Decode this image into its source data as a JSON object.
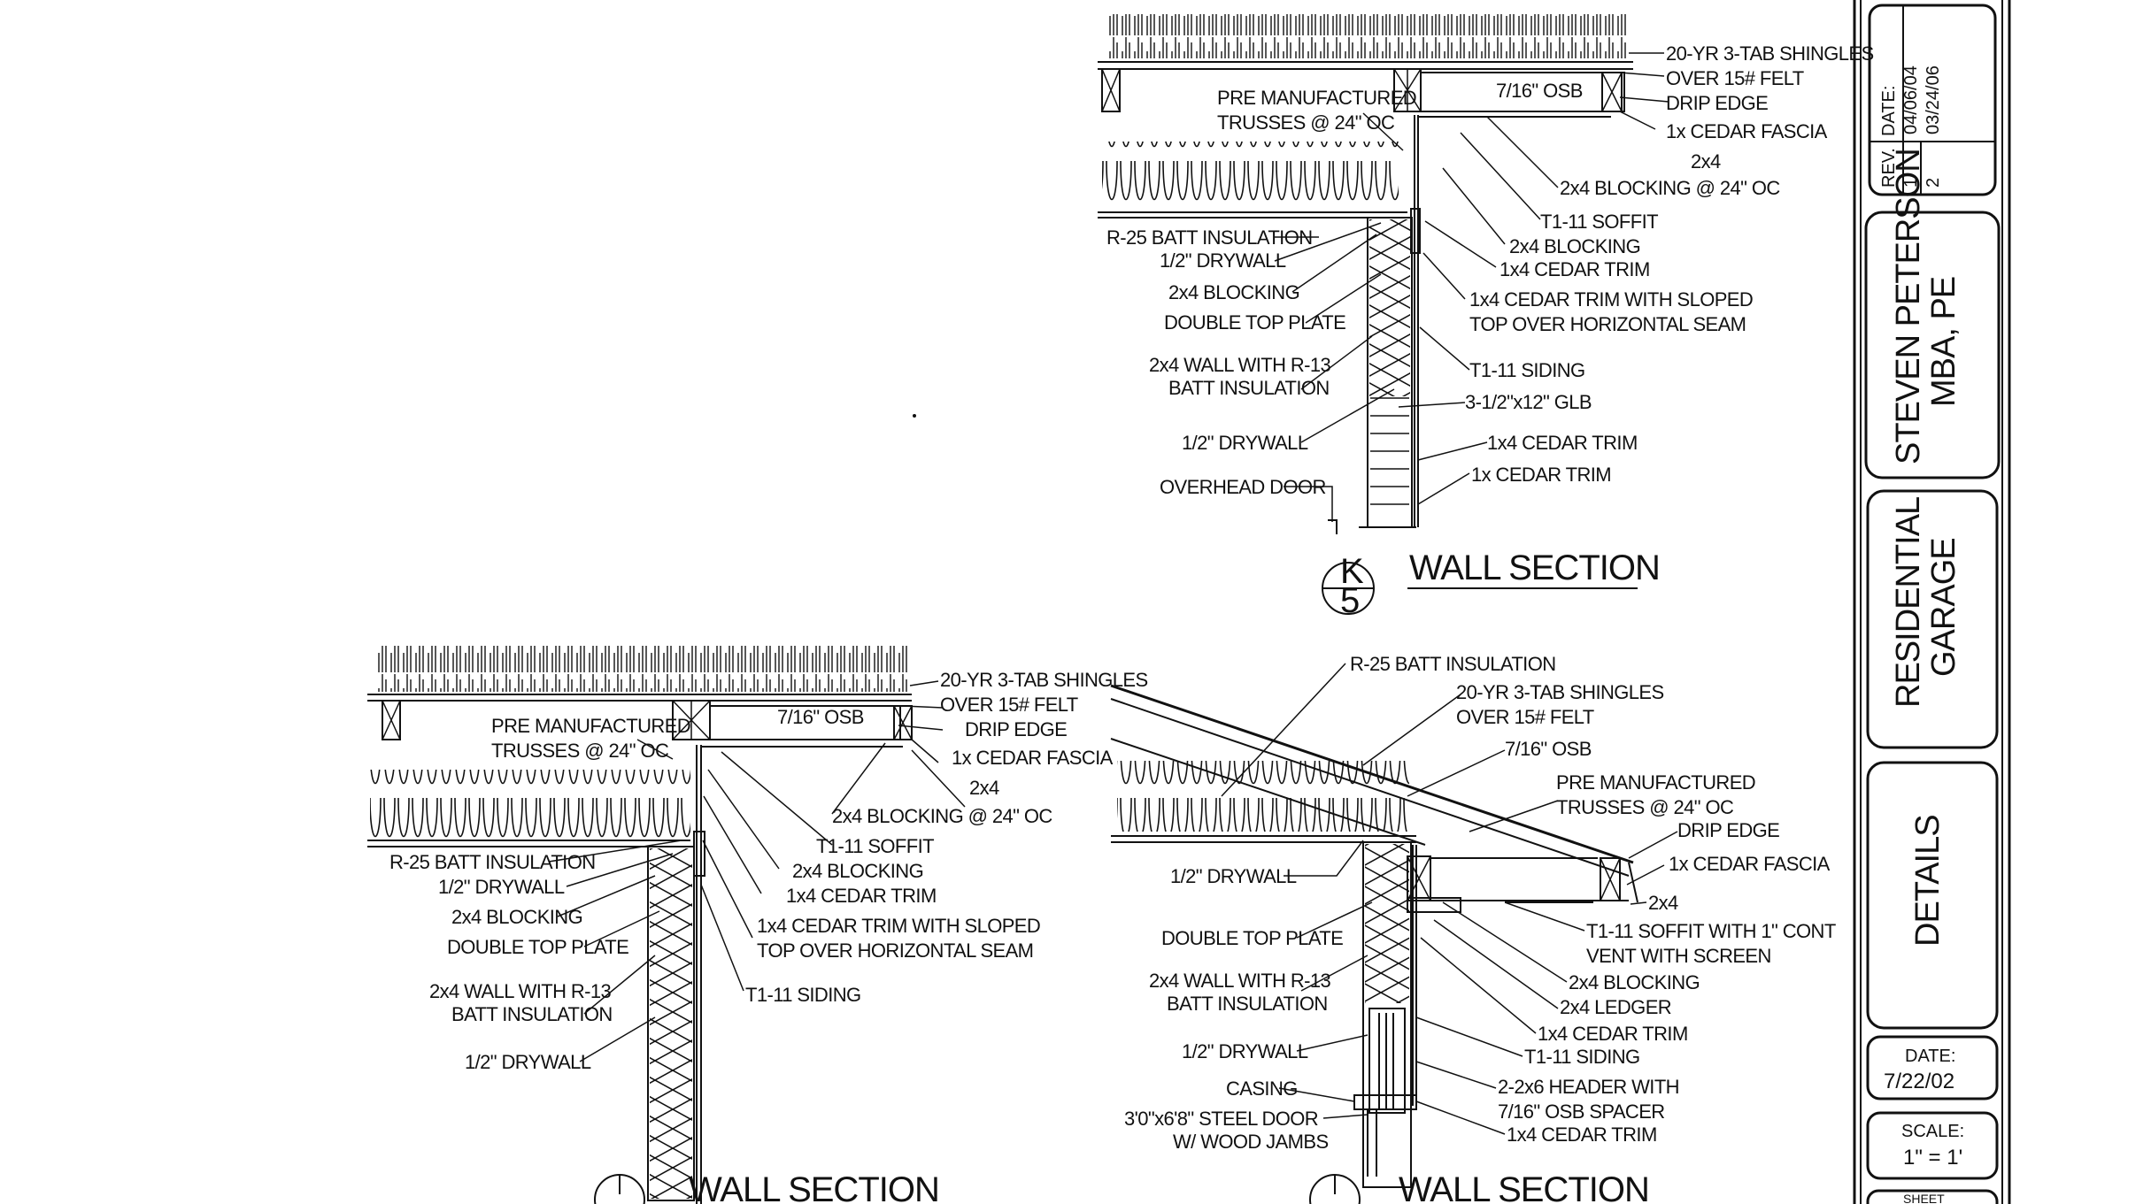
{
  "title_block": {
    "rev_header": "REV.",
    "date_header": "DATE:",
    "revisions": [
      {
        "rev": "1",
        "date": "04/06/04"
      },
      {
        "rev": "2",
        "date": "03/24/06"
      }
    ],
    "engineer_name": "STEVEN PETERSON",
    "engineer_title": "MBA, PE",
    "project_line1": "RESIDENTIAL",
    "project_line2": "GARAGE",
    "sheet_title": "DETAILS",
    "date_label": "DATE:",
    "date_value": "7/22/02",
    "scale_label": "SCALE:",
    "scale_value": "1\" = 1'",
    "sheet_label": "SHEET"
  },
  "details": {
    "top": {
      "title": "WALL SECTION",
      "bubble_top": "K",
      "bubble_bottom": "5",
      "right_labels": [
        "20-YR 3-TAB SHINGLES",
        "OVER 15# FELT",
        "7/16\" OSB",
        "DRIP EDGE",
        "1x CEDAR FASCIA",
        "2x4",
        "2x4 BLOCKING @ 24\" OC",
        "T1-11 SOFFIT",
        "2x4 BLOCKING",
        "1x4 CEDAR TRIM",
        "1x4 CEDAR TRIM WITH SLOPED",
        "TOP OVER HORIZONTAL SEAM",
        "T1-11 SIDING",
        "3-1/2\"x12\" GLB",
        "1x4 CEDAR TRIM",
        "1x CEDAR TRIM"
      ],
      "left_labels": [
        "PRE MANUFACTURED",
        "TRUSSES @ 24\" OC",
        "R-25 BATT INSULATION",
        "1/2\" DRYWALL",
        "2x4 BLOCKING",
        "DOUBLE TOP PLATE",
        "2x4 WALL WITH R-13",
        "BATT INSULATION",
        "1/2\" DRYWALL",
        "OVERHEAD DOOR"
      ]
    },
    "bottom_left": {
      "title": "WALL SECTION",
      "right_labels": [
        "20-YR 3-TAB SHINGLES",
        "OVER 15# FELT",
        "7/16\" OSB",
        "DRIP EDGE",
        "1x CEDAR FASCIA",
        "2x4",
        "2x4 BLOCKING @ 24\" OC",
        "T1-11 SOFFIT",
        "2x4 BLOCKING",
        "1x4 CEDAR TRIM",
        "1x4 CEDAR TRIM WITH SLOPED",
        "TOP OVER HORIZONTAL SEAM",
        "T1-11 SIDING"
      ],
      "left_labels": [
        "PRE MANUFACTURED",
        "TRUSSES @ 24\" OC",
        "R-25 BATT INSULATION",
        "1/2\" DRYWALL",
        "2x4 BLOCKING",
        "DOUBLE TOP PLATE",
        "2x4 WALL WITH R-13",
        "BATT INSULATION",
        "1/2\" DRYWALL"
      ]
    },
    "bottom_right": {
      "title": "WALL SECTION",
      "right_labels": [
        "R-25 BATT INSULATION",
        "20-YR 3-TAB SHINGLES",
        "OVER 15# FELT",
        "7/16\" OSB",
        "PRE MANUFACTURED",
        "TRUSSES @ 24\" OC",
        "DRIP EDGE",
        "1x CEDAR FASCIA",
        "2x4",
        "T1-11 SOFFIT WITH 1\" CONT",
        "VENT WITH SCREEN",
        "2x4 BLOCKING",
        "2x4 LEDGER",
        "1x4 CEDAR TRIM",
        "T1-11 SIDING",
        "2-2x6 HEADER WITH",
        "7/16\" OSB SPACER",
        "1x4 CEDAR TRIM"
      ],
      "left_labels": [
        "1/2\" DRYWALL",
        "DOUBLE TOP PLATE",
        "2x4 WALL WITH R-13",
        "BATT INSULATION",
        "1/2\" DRYWALL",
        "CASING",
        "3'0\"x6'8\" STEEL DOOR",
        "W/ WOOD JAMBS"
      ]
    }
  }
}
